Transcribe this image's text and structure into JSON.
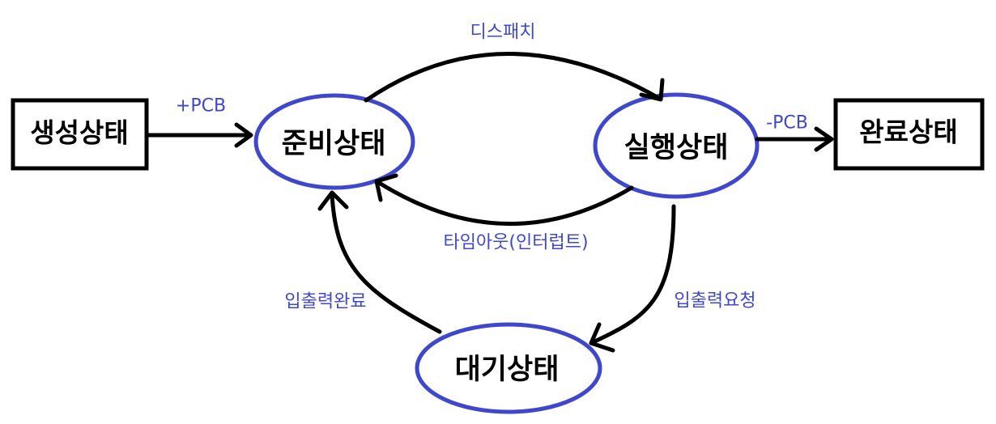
{
  "diagram": {
    "states": {
      "created": {
        "label": "생성상태"
      },
      "ready": {
        "label": "준비상태"
      },
      "running": {
        "label": "실행상태"
      },
      "blocked": {
        "label": "대기상태"
      },
      "terminated": {
        "label": "완료상태"
      }
    },
    "transitions": {
      "admit": {
        "label": "+PCB"
      },
      "dispatch": {
        "label": "디스패치"
      },
      "exit": {
        "label": "-PCB"
      },
      "timeout": {
        "label": "타임아웃(인터럽트)"
      },
      "io_request": {
        "label": "입출력요청"
      },
      "io_complete": {
        "label": "입출력완료"
      }
    }
  },
  "colors": {
    "state_outline": "#3f48cc",
    "transition_label": "#3f48cc",
    "arrow": "#000000",
    "box_border": "#000000",
    "background": "#ffffff"
  }
}
